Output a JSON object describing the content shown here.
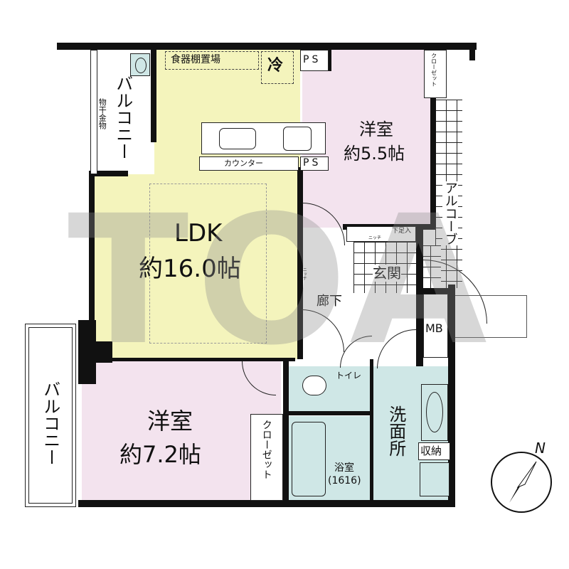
{
  "colors": {
    "ldk": "#f4f4bc",
    "western": "#f3e3ee",
    "wet": "#cfe7e6",
    "wall": "#111111"
  },
  "rooms": {
    "ldk": {
      "name": "LDK",
      "size": "約16.0帖"
    },
    "western1": {
      "name": "洋室",
      "size": "約5.5帖"
    },
    "western2": {
      "name": "洋室",
      "size": "約7.2帖"
    },
    "entrance": "玄関",
    "hallway": "廊下",
    "toilet": "トイレ",
    "bath": {
      "name": "浴室",
      "size": "(1616)"
    },
    "washroom": "洗面所",
    "storage": "収納",
    "closet1": "クローゼット",
    "closet2": "クローゼット",
    "alcove": "アルコーブ",
    "balcony1": "バルコニー",
    "balcony2": "バルコニー",
    "mb": "MB",
    "ps1": "PS",
    "ps2": "PS"
  },
  "fixtures": {
    "cupboard": "食器棚置場",
    "fridge": "冷",
    "counter": "カウンター",
    "clothes_hanger": "物干金物",
    "niche1": "ニッチ",
    "niche2": "ニッチ",
    "shoe_box": "下足入"
  },
  "compass": "N",
  "watermark": "TOA"
}
